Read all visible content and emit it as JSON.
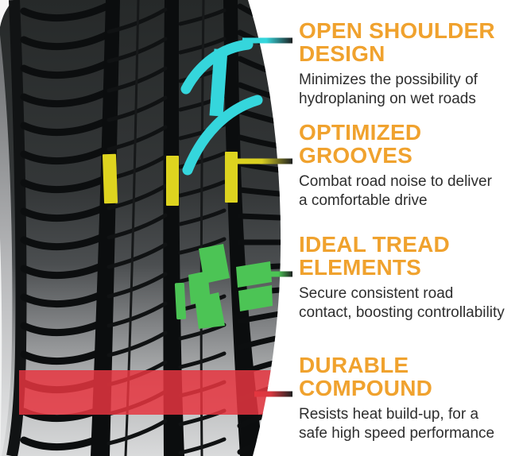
{
  "background": "#ffffff",
  "colors": {
    "heading_orange": "#f0a22e",
    "body_text": "#2e2e2e",
    "cyan_highlight": "#35d6dc",
    "yellow_highlight": "#ded41f",
    "green_highlight": "#4cc455",
    "red_highlight": "#e6353f",
    "tire_dark": "#2a2d2e",
    "tire_light": "#d8d9da",
    "groove_black": "#0c0e0f"
  },
  "annotations": [
    {
      "feature": "open-shoulder-design",
      "title": [
        "OPEN SHOULDER",
        "DESIGN"
      ],
      "desc": [
        "Minimizes the possibility of",
        "hydroplaning on wet roads"
      ],
      "highlight_color": "#35d6dc"
    },
    {
      "feature": "optimized-grooves",
      "title": [
        "OPTIMIZED",
        "GROOVES"
      ],
      "desc": [
        "Combat road noise to deliver",
        "a comfortable drive"
      ],
      "highlight_color": "#ded41f"
    },
    {
      "feature": "ideal-tread-elements",
      "title": [
        "IDEAL TREAD",
        "ELEMENTS"
      ],
      "desc": [
        "Secure consistent road",
        "contact, boosting controllability"
      ],
      "highlight_color": "#4cc455"
    },
    {
      "feature": "durable-compound",
      "title": [
        "DURABLE",
        "COMPOUND"
      ],
      "desc": [
        "Resists heat build-up, for a",
        "safe high speed performance"
      ],
      "highlight_color": "#e6353f"
    }
  ]
}
